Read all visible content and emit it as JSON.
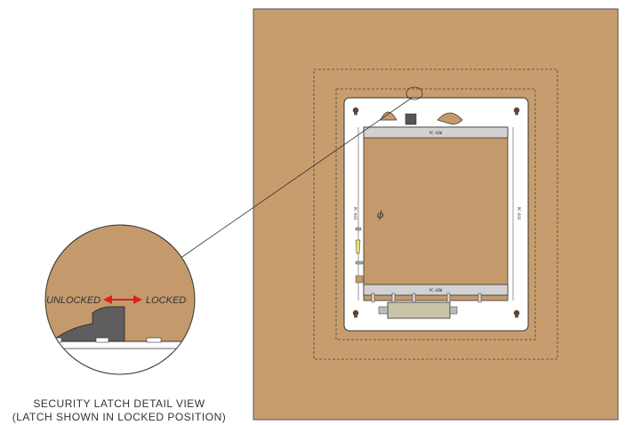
{
  "detail_view": {
    "label_unlocked": "UNLOCKED",
    "label_locked": "LOCKED",
    "caption_line1": "SECURITY LATCH DETAIL VIEW",
    "caption_line2": "(LATCH SHOWN IN LOCKED POSITION)"
  },
  "frame": {
    "top_rail_text": "PC-60W",
    "bottom_rail_text": "PC-60W",
    "left_rail_text": "PC-60S",
    "right_rail_text": "PC-60S",
    "symbol": "ϕ"
  },
  "colors": {
    "board": "#c49a6c",
    "wall": "#c89d6e",
    "latch": "#5e5e5e",
    "arrow": "#e02020",
    "frame": "#ffffff",
    "rail": "#d2d2d2"
  }
}
